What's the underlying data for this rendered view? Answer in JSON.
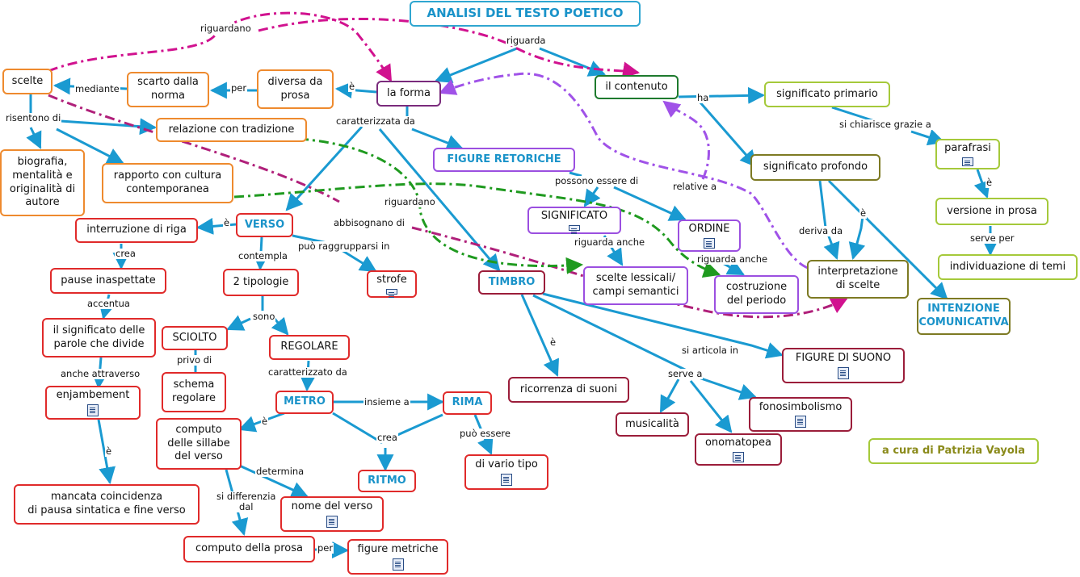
{
  "title": "ANALISI DEL TESTO POETICO",
  "author": "a cura di Patrizia Vayola",
  "nodes": {
    "forma": "la forma",
    "contenuto": "il contenuto",
    "scelte": "scelte",
    "scarto": "scarto dalla\nnorma",
    "diversa": "diversa da\nprosa",
    "tradizione": "relazione con tradizione",
    "biografia": "biografia,\nmentalità  e\noriginalità di\nautore",
    "rapporto": "rapporto con cultura\ncontemporanea",
    "figure_retoriche": "FIGURE RETORICHE",
    "significato_primario": "significato primario",
    "parafrasi": "parafrasi",
    "significato_profondo": "significato profondo",
    "versione_prosa": "versione in prosa",
    "individuazione": "individuazione di temi",
    "intenzione": "INTENZIONE\nCOMUNICATIVA",
    "interpretazione": "interpretazione\ndi scelte",
    "significato": "SIGNIFICATO",
    "ordine": "ORDINE",
    "scelte_lessicali": "scelte lessicali/\ncampi semantici",
    "costruzione": "costruzione\ndel periodo",
    "verso": "VERSO",
    "interruzione": "interruzione di riga",
    "pause": "pause inaspettate",
    "significato_parole": "il significato delle\nparole che divide",
    "enjambement": "enjambement",
    "mancata": "mancata coincidenza\ndi pausa sintatica e fine verso",
    "due_tipologie": "2 tipologie",
    "strofe": "strofe",
    "sciolto": "SCIOLTO",
    "schema": "schema\nregolare",
    "regolare": "REGOLARE",
    "metro": "METRO",
    "rima": "RIMA",
    "computo_sillabe": "computo\ndelle sillabe\ndel verso",
    "nome_verso": "nome del verso",
    "computo_prosa": "computo della prosa",
    "figure_metriche": "figure metriche",
    "ritmo": "RITMO",
    "vario_tipo": "di vario tipo",
    "timbro": "TIMBRO",
    "ricorrenza": "ricorrenza di suoni",
    "figure_suono": "FIGURE DI SUONO",
    "fonosimbolismo": "fonosimbolismo",
    "musicalita": "musicalità",
    "onomatopea": "onomatopea"
  },
  "links": {
    "riguardano_top": "riguardano",
    "riguarda": "riguarda",
    "mediante": "mediante",
    "per_scarto": "per",
    "e_forma": "è",
    "risentono": "risentono di",
    "caratterizzata": "caratterizzata da",
    "ha": "ha",
    "chiarisce": "si chiarisce grazie a",
    "e_parafrasi": "è",
    "serve_per": "serve per",
    "possono": "possono essere di",
    "relative": "relative a",
    "riguardano_mid": "riguardano",
    "deriva": "deriva da",
    "e_profondo": "è",
    "riguarda_anche_1": "riguarda anche",
    "riguarda_anche_2": "riguarda anche",
    "abbisognano": "abbisognano di",
    "e_verso": "è",
    "crea_1": "crea",
    "accentua": "accentua",
    "anche_attraverso": "anche attraverso",
    "e_enj": "è",
    "contempla": "contempla",
    "raggrupparsi": "può raggrupparsi in",
    "sono": "sono",
    "privo": "privo di",
    "caratterizzato": "caratterizzato da",
    "e_metro": "è",
    "insieme": "insieme a",
    "crea_2": "crea",
    "puo_essere": "può essere",
    "determina": "determina",
    "differenzia": "si differenzia\ndal",
    "per_prosa": "per",
    "e_timbro": "è",
    "articola": "si articola in",
    "serve_a": "serve a"
  },
  "colors": {
    "arrow": "#1a9ad1",
    "magenta_dashed": "#d1128f",
    "purple_dashed": "#a052e8",
    "green_dashed": "#1f9a1f"
  },
  "icons": {
    "resource": "document-icon"
  }
}
